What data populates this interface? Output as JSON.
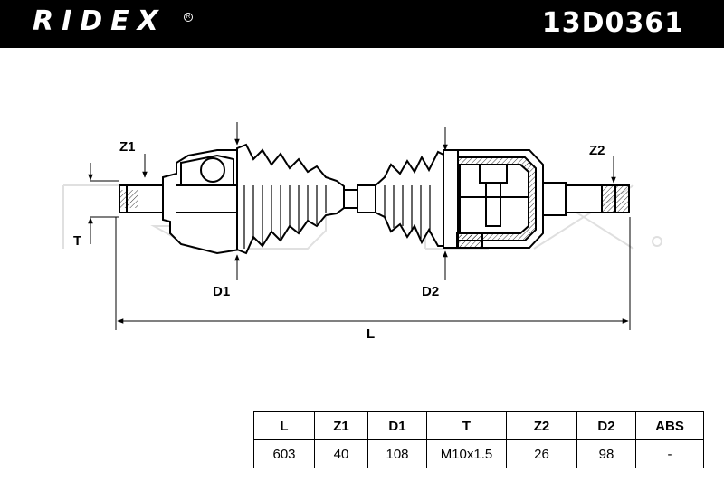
{
  "header": {
    "brand": "RIDEX",
    "part_number": "13D0361"
  },
  "diagram": {
    "labels": {
      "z1": "Z1",
      "z2": "Z2",
      "t": "T",
      "d1": "D1",
      "d2": "D2",
      "l": "L"
    },
    "watermark": "RIDEX"
  },
  "specs": {
    "headers": [
      "L",
      "Z1",
      "D1",
      "T",
      "Z2",
      "D2",
      "ABS"
    ],
    "values": [
      "603",
      "40",
      "108",
      "M10x1.5",
      "26",
      "98",
      "-"
    ]
  }
}
